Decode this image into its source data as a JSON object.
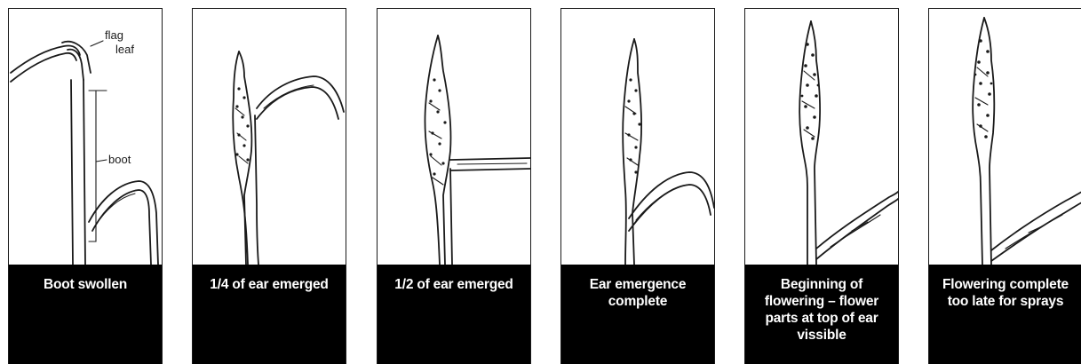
{
  "stages": [
    {
      "id": "boot-swollen",
      "caption": "Boot swollen",
      "labels": {
        "flag_leaf": "flag\nleaf",
        "flag_line1": "flag",
        "flag_line2": "leaf",
        "boot": "boot"
      }
    },
    {
      "id": "quarter-ear-emerged",
      "caption": "1/4 of ear emerged"
    },
    {
      "id": "half-ear-emerged",
      "caption": "1/2 of ear emerged"
    },
    {
      "id": "ear-emergence-complete",
      "caption": "Ear emergence complete"
    },
    {
      "id": "beginning-of-flowering",
      "caption": "Beginning of flowering – flower parts at top of ear vissible"
    },
    {
      "id": "flowering-complete",
      "caption": "Flowering complete too late for sprays"
    }
  ]
}
